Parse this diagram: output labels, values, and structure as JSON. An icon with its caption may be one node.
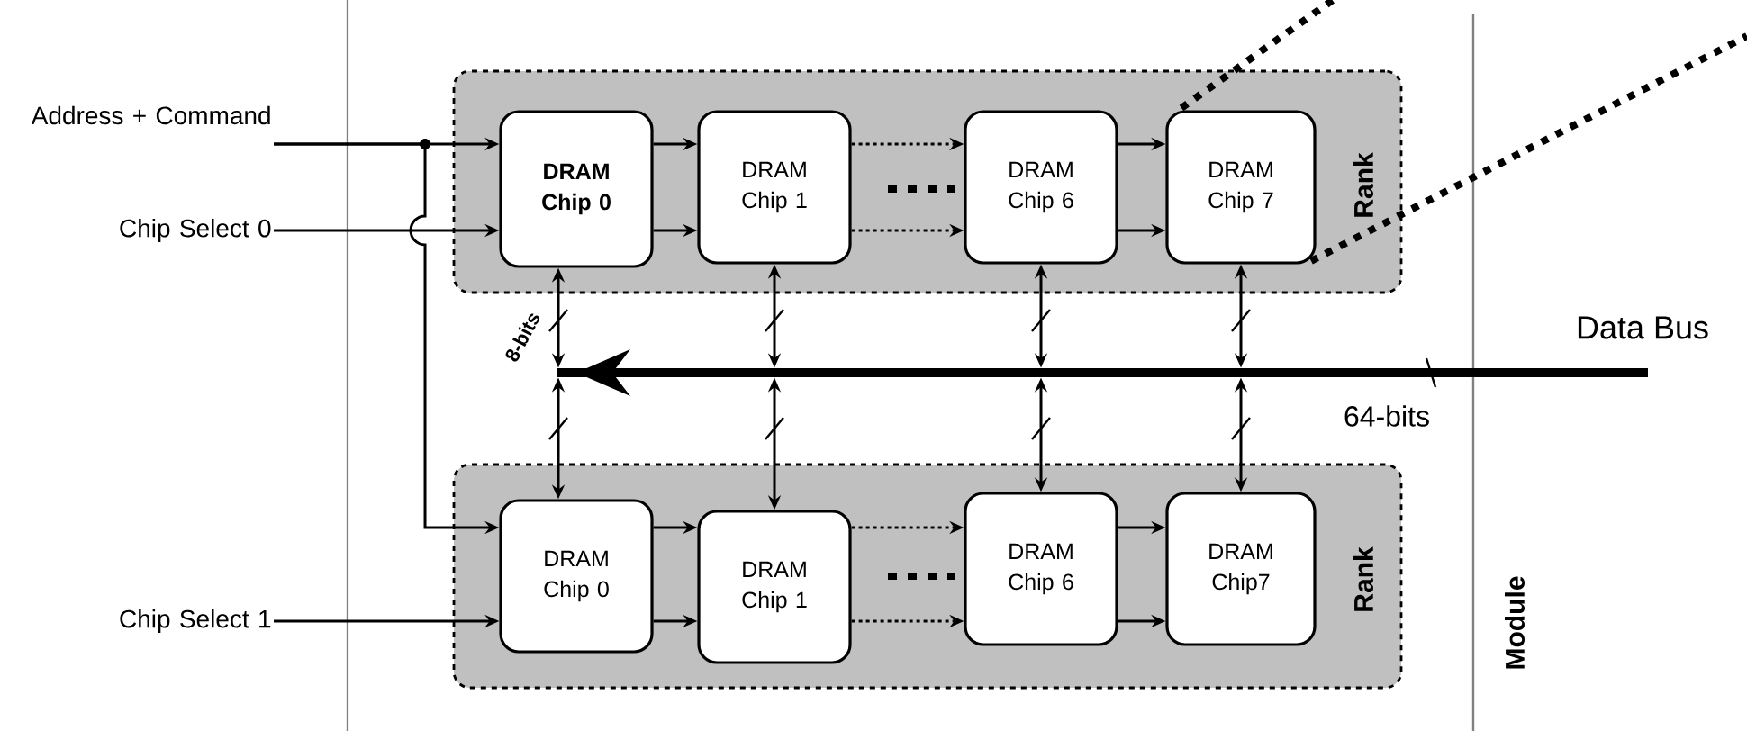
{
  "diagram": {
    "nodes": [
      {
        "text": [
          "Rank"
        ]
      },
      {
        "text": [
          "**DRAM Chip 0**"
        ],
        "in": 0
      },
      {
        "text": [
          "DRAM Chip 1"
        ],
        "in": 0
      },
      {
        "text": [
          "DRAM Chip 6"
        ],
        "in": 0
      },
      {
        "text": [
          "DRAM Chip 7"
        ],
        "in": 0
      },
      {
        "text": [
          "Rank"
        ]
      },
      {
        "text": [
          "DRAM Chip 0"
        ],
        "in": 5
      },
      {
        "text": [
          "DRAM Chip 1"
        ],
        "in": 5
      },
      {
        "text": [
          "DRAM Chip 6"
        ],
        "in": 5
      },
      {
        "text": [
          "DRAM Chip7"
        ],
        "in": 5
      },
      {
        "text": [
          "Address + Command"
        ]
      },
      {
        "text": [
          "Chip Select 0"
        ]
      },
      {
        "text": [
          "Chip Select 1"
        ]
      },
      {
        "text": [],
        "shape": "bar"
      }
    ],
    "edges": [
      {
        "from": 10,
        "to": 1,
        "arrow": "to"
      },
      {
        "from": 1,
        "to": 2,
        "arrow": "to"
      },
      {
        "from": 2,
        "to": 3,
        "arrow": "to",
        "style": "dashed"
      },
      {
        "from": 3,
        "to": 4,
        "arrow": "to"
      },
      {
        "from": 11,
        "to": 1,
        "arrow": "to"
      },
      {
        "from": 1,
        "to": 2,
        "arrow": "to"
      },
      {
        "from": 2,
        "to": 3,
        "arrow": "to",
        "style": "dashed"
      },
      {
        "from": 3,
        "to": 4,
        "arrow": "to"
      },
      {
        "from": 10,
        "to": 6,
        "arrow": "to"
      },
      {
        "from": 6,
        "to": 7,
        "arrow": "to"
      },
      {
        "from": 7,
        "to": 8,
        "arrow": "to",
        "style": "dashed"
      },
      {
        "from": 8,
        "to": 9,
        "arrow": "to"
      },
      {
        "from": 12,
        "to": 6,
        "arrow": "to"
      },
      {
        "from": 6,
        "to": 7,
        "arrow": "to"
      },
      {
        "from": 7,
        "to": 8,
        "arrow": "to",
        "style": "dashed"
      },
      {
        "from": 8,
        "to": 9,
        "arrow": "to"
      },
      {
        "from": 1,
        "to": 13,
        "arrow": "both"
      },
      {
        "from": 2,
        "to": 13,
        "arrow": "both"
      },
      {
        "from": 3,
        "to": 13,
        "arrow": "both"
      },
      {
        "from": 4,
        "to": 13,
        "arrow": "both"
      },
      {
        "from": 13,
        "to": 6,
        "arrow": "both"
      },
      {
        "from": 13,
        "to": 7,
        "arrow": "both"
      },
      {
        "from": 13,
        "to": 8,
        "arrow": "both"
      },
      {
        "from": 13,
        "to": 9,
        "arrow": "both"
      }
    ],
    "labels": [
      "8-bits",
      "Data Bus",
      "64-bits",
      "Module"
    ]
  }
}
